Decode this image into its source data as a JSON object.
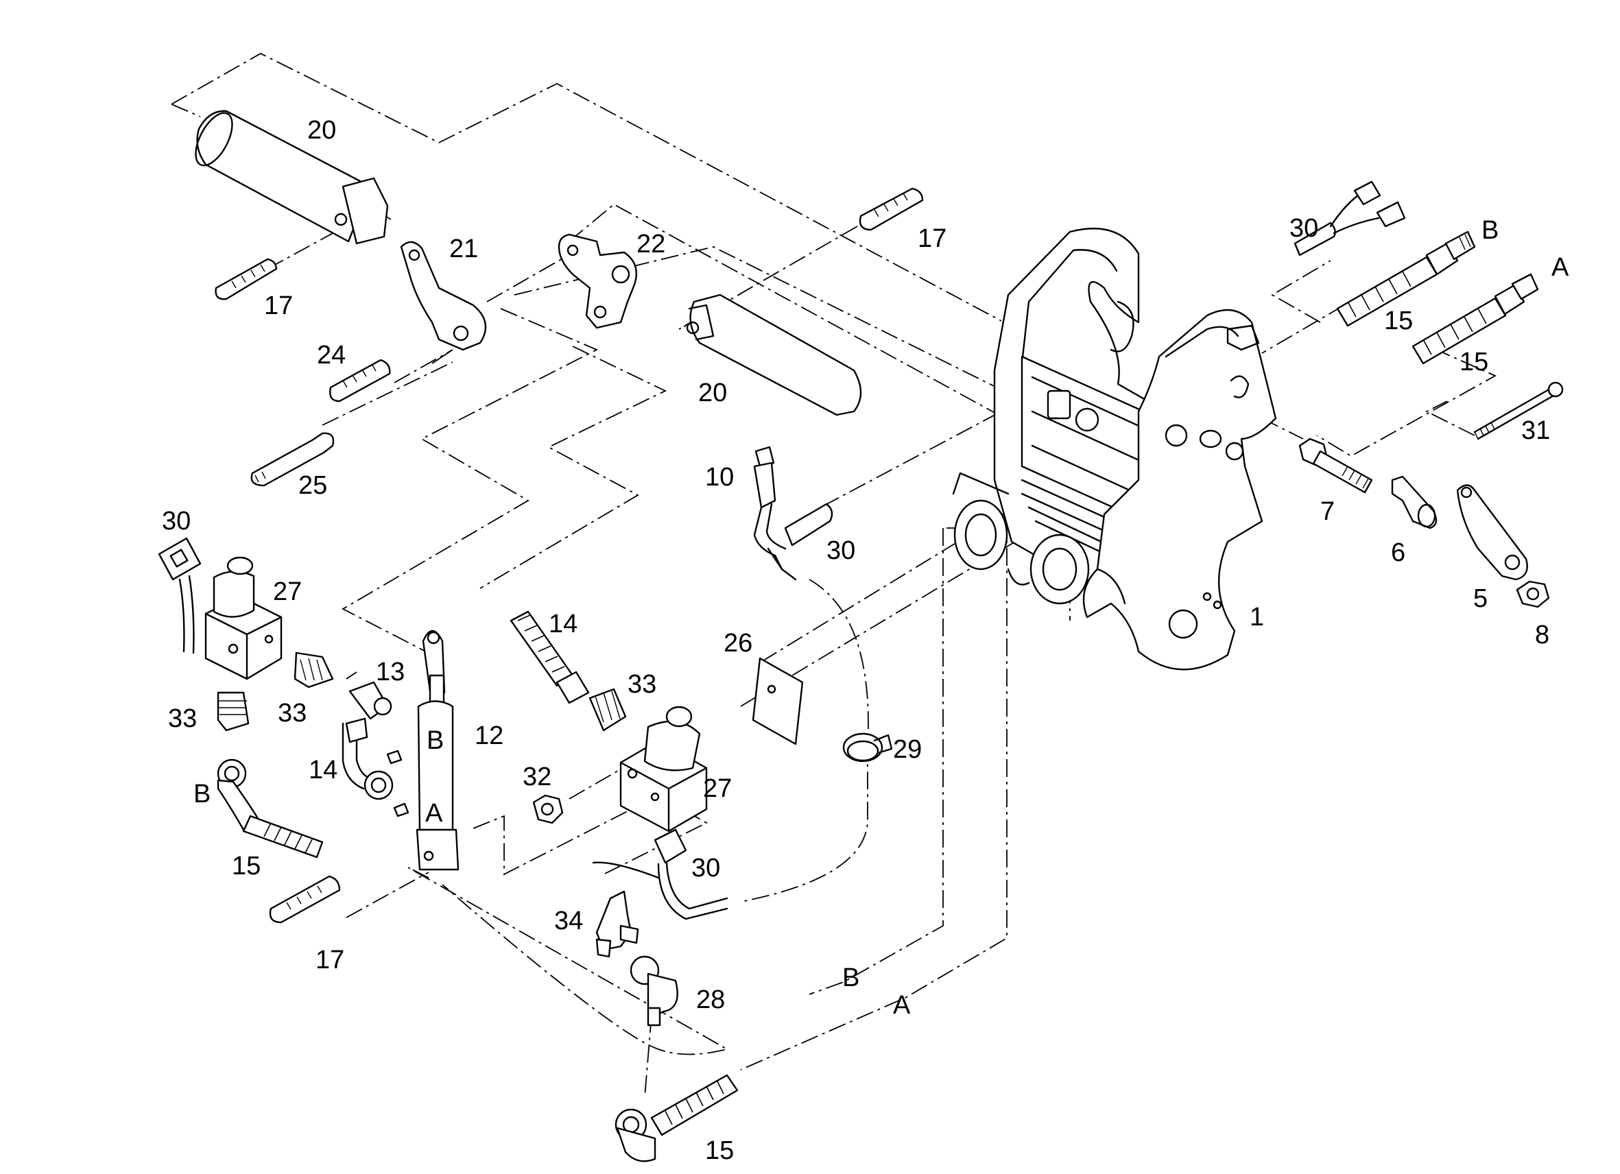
{
  "callouts": [
    {
      "id": "c20a",
      "text": "20"
    },
    {
      "id": "c20b",
      "text": "20"
    },
    {
      "id": "c21",
      "text": "21"
    },
    {
      "id": "c22",
      "text": "22"
    },
    {
      "id": "c17a",
      "text": "17"
    },
    {
      "id": "c17b",
      "text": "17"
    },
    {
      "id": "c17c",
      "text": "17"
    },
    {
      "id": "c24",
      "text": "24"
    },
    {
      "id": "c25",
      "text": "25"
    },
    {
      "id": "c30a",
      "text": "30"
    },
    {
      "id": "c30b",
      "text": "30"
    },
    {
      "id": "c30c",
      "text": "30"
    },
    {
      "id": "c30d",
      "text": "30"
    },
    {
      "id": "c27a",
      "text": "27"
    },
    {
      "id": "c27b",
      "text": "27"
    },
    {
      "id": "c10",
      "text": "10"
    },
    {
      "id": "c14a",
      "text": "14"
    },
    {
      "id": "c14b",
      "text": "14"
    },
    {
      "id": "c13",
      "text": "13"
    },
    {
      "id": "c33a",
      "text": "33"
    },
    {
      "id": "c33b",
      "text": "33"
    },
    {
      "id": "c33c",
      "text": "33"
    },
    {
      "id": "c12",
      "text": "12"
    },
    {
      "id": "c15a",
      "text": "15"
    },
    {
      "id": "c15b",
      "text": "15"
    },
    {
      "id": "c15c",
      "text": "15"
    },
    {
      "id": "c15d",
      "text": "15"
    },
    {
      "id": "c26",
      "text": "26"
    },
    {
      "id": "c29",
      "text": "29"
    },
    {
      "id": "c32",
      "text": "32"
    },
    {
      "id": "c34",
      "text": "34"
    },
    {
      "id": "c28",
      "text": "28"
    },
    {
      "id": "c1",
      "text": "1"
    },
    {
      "id": "c5",
      "text": "5"
    },
    {
      "id": "c6",
      "text": "6"
    },
    {
      "id": "c7",
      "text": "7"
    },
    {
      "id": "c8",
      "text": "8"
    },
    {
      "id": "c31",
      "text": "31"
    }
  ],
  "port_labels": [
    {
      "id": "pB1",
      "text": "B"
    },
    {
      "id": "pA1",
      "text": "A"
    },
    {
      "id": "pB2",
      "text": "B"
    },
    {
      "id": "pA2",
      "text": "A"
    },
    {
      "id": "pB3",
      "text": "B"
    },
    {
      "id": "pB4",
      "text": "B"
    },
    {
      "id": "pA4",
      "text": "A"
    }
  ]
}
